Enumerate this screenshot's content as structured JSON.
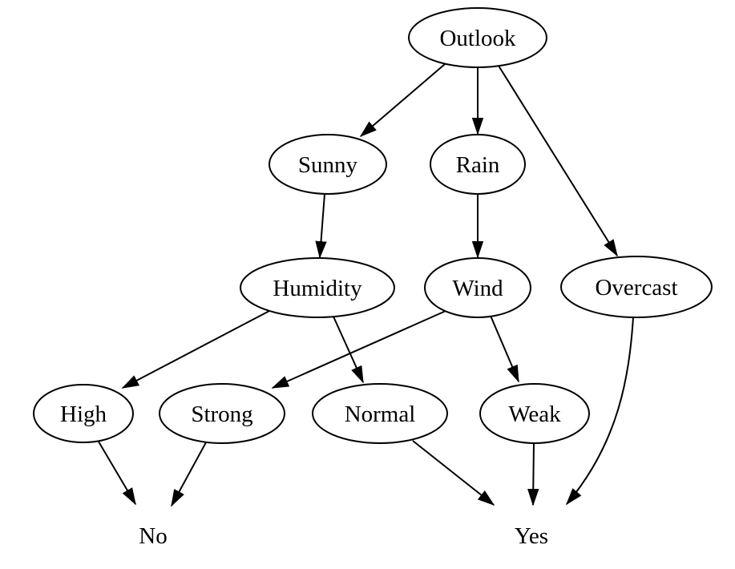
{
  "diagram": {
    "kind": "decision-tree",
    "colors": {
      "background": "#ffffff",
      "node_fill": "#ffffff",
      "stroke": "#000000",
      "text": "#000000"
    },
    "nodes": [
      {
        "id": "outlook",
        "label": "Outlook"
      },
      {
        "id": "sunny",
        "label": "Sunny"
      },
      {
        "id": "rain",
        "label": "Rain"
      },
      {
        "id": "humidity",
        "label": "Humidity"
      },
      {
        "id": "wind",
        "label": "Wind"
      },
      {
        "id": "overcast",
        "label": "Overcast"
      },
      {
        "id": "high",
        "label": "High"
      },
      {
        "id": "strong",
        "label": "Strong"
      },
      {
        "id": "normal",
        "label": "Normal"
      },
      {
        "id": "weak",
        "label": "Weak"
      }
    ],
    "terminals": [
      {
        "id": "no",
        "label": "No"
      },
      {
        "id": "yes",
        "label": "Yes"
      }
    ],
    "edges": [
      {
        "from": "Outlook",
        "to": "Sunny"
      },
      {
        "from": "Outlook",
        "to": "Rain"
      },
      {
        "from": "Outlook",
        "to": "Overcast"
      },
      {
        "from": "Sunny",
        "to": "Humidity"
      },
      {
        "from": "Rain",
        "to": "Wind"
      },
      {
        "from": "Humidity",
        "to": "High"
      },
      {
        "from": "Humidity",
        "to": "Normal"
      },
      {
        "from": "Wind",
        "to": "Strong"
      },
      {
        "from": "Wind",
        "to": "Weak"
      },
      {
        "from": "High",
        "to": "No"
      },
      {
        "from": "Strong",
        "to": "No"
      },
      {
        "from": "Normal",
        "to": "Yes"
      },
      {
        "from": "Weak",
        "to": "Yes"
      },
      {
        "from": "Overcast",
        "to": "Yes"
      }
    ]
  }
}
